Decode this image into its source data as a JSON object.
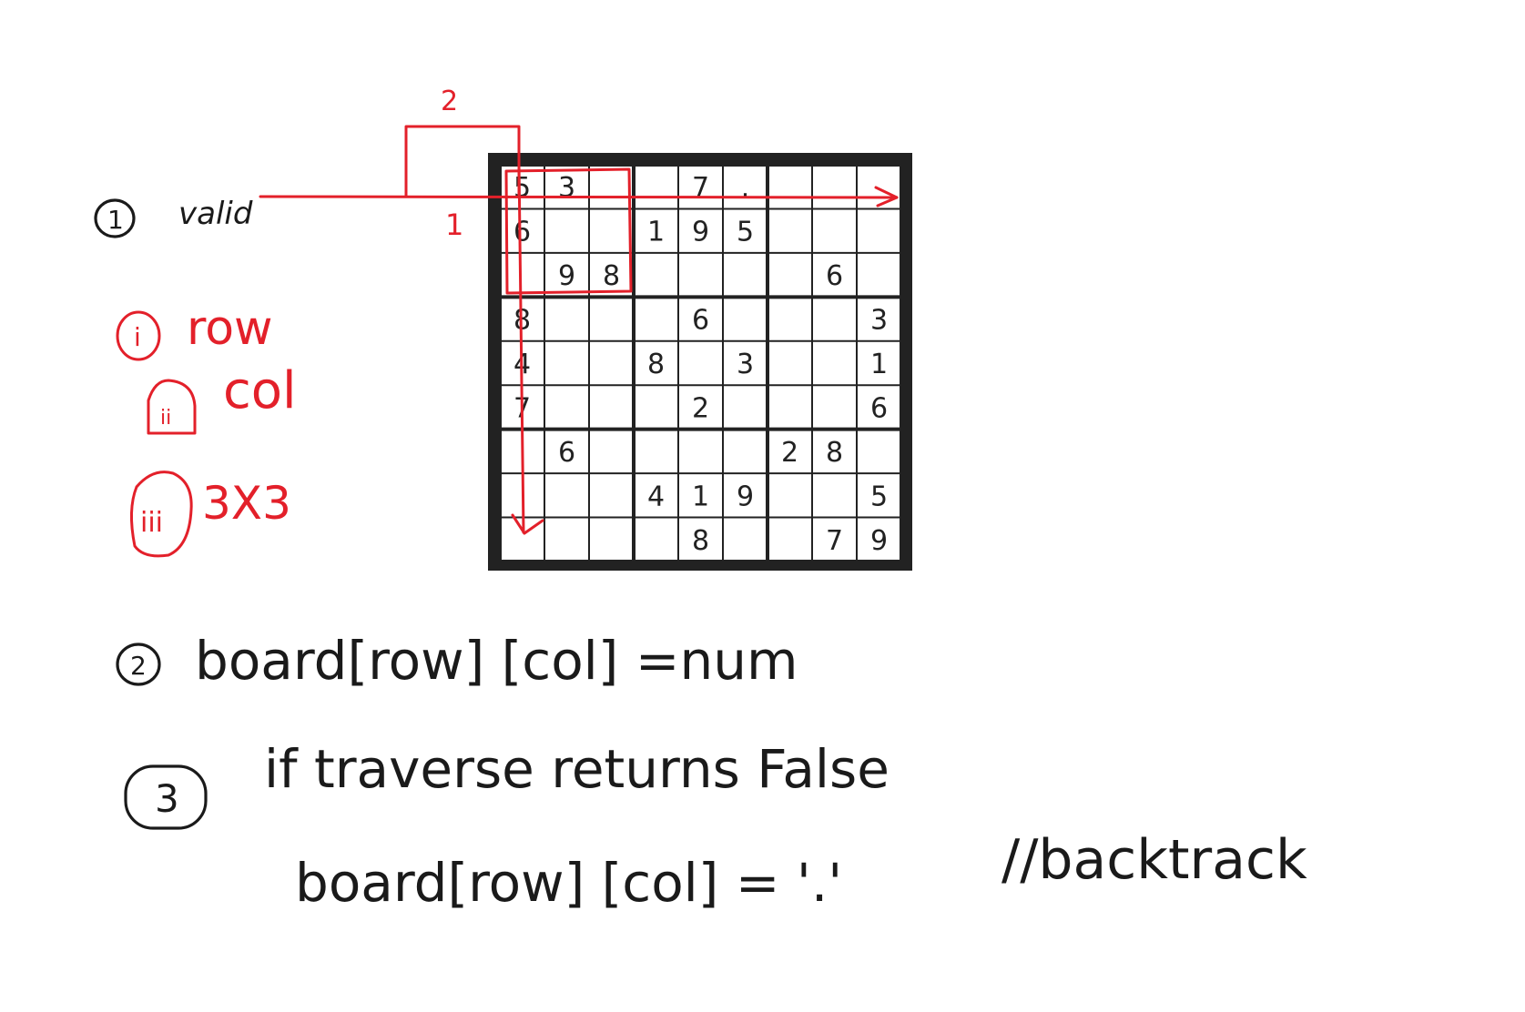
{
  "sudoku": {
    "grid": [
      [
        "5",
        "3",
        "",
        "",
        "7",
        ".",
        "",
        "",
        ""
      ],
      [
        "6",
        "",
        "",
        "1",
        "9",
        "5",
        "",
        "",
        ""
      ],
      [
        "",
        "9",
        "8",
        "",
        "",
        "",
        "",
        "6",
        ""
      ],
      [
        "8",
        "",
        "",
        "",
        "6",
        "",
        "",
        "",
        "3"
      ],
      [
        "4",
        "",
        "",
        "8",
        "",
        "3",
        "",
        "",
        "1"
      ],
      [
        "7",
        "",
        "",
        "",
        "2",
        "",
        "",
        "",
        "6"
      ],
      [
        "",
        "6",
        "",
        "",
        "",
        "",
        "2",
        "8",
        ""
      ],
      [
        "",
        "",
        "",
        "4",
        "1",
        "9",
        "",
        "",
        "5"
      ],
      [
        "",
        "",
        "",
        "",
        "8",
        "",
        "",
        "7",
        "9"
      ]
    ]
  },
  "notes": {
    "step1_marker": "1",
    "step1_label": "valid",
    "arrow_row_label": "1",
    "arrow_box_label": "2",
    "check_1_marker": "i",
    "check_1_label": "row",
    "check_2_marker": "ii",
    "check_2_label": "col",
    "check_3_marker": "iii",
    "check_3_label": "3X3",
    "step2_marker": "2",
    "step2_text": "board[row] [col] =num",
    "step3_marker": "3",
    "step3_text": "if traverse returns False",
    "step3_line2": "board[row] [col] = '.'",
    "step3_comment": "//backtrack"
  },
  "colors": {
    "ink_black": "#1a1a1a",
    "ink_red": "#e3202a",
    "board_frame": "#222222"
  }
}
